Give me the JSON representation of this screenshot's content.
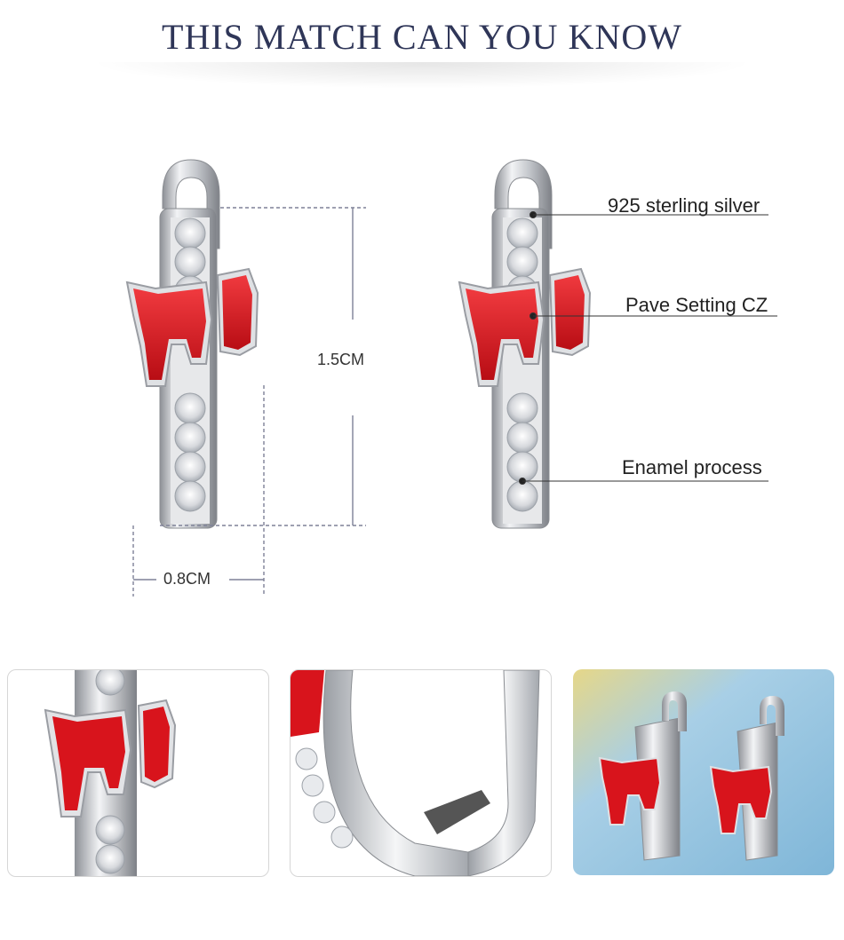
{
  "header": {
    "title": "THIS MATCH CAN YOU KNOW"
  },
  "dimensions": {
    "height_label": "1.5CM",
    "width_label": "0.8CM"
  },
  "callouts": [
    {
      "label": "925 sterling silver"
    },
    {
      "label": "Pave Setting CZ"
    },
    {
      "label": "Enamel process"
    }
  ],
  "colors": {
    "enamel_red": "#d8141c",
    "title_navy": "#2f3658",
    "silver": "#c9ccd1",
    "thumb_bg_blue": "#a8cfe6"
  }
}
